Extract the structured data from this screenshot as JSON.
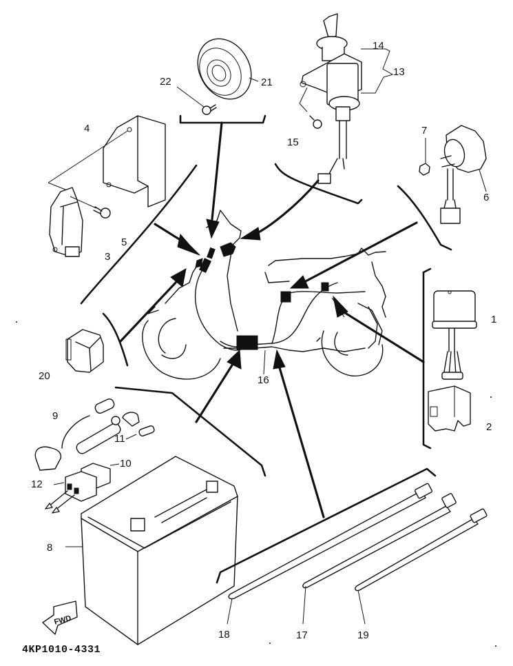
{
  "diagram": {
    "title": "Electrical 2 — exploded parts diagram",
    "drawing_code": "4KP1010-4331",
    "direction_badge": "FWD",
    "callouts": [
      {
        "id": "1",
        "part": "relay unit"
      },
      {
        "id": "2",
        "part": "relay cover"
      },
      {
        "id": "3",
        "part": "rectifier regulator"
      },
      {
        "id": "4",
        "part": "bracket"
      },
      {
        "id": "5",
        "part": "bolt"
      },
      {
        "id": "6",
        "part": "horn"
      },
      {
        "id": "7",
        "part": "nut"
      },
      {
        "id": "8",
        "part": "battery"
      },
      {
        "id": "9",
        "part": "battery lead"
      },
      {
        "id": "10",
        "part": "fuse box"
      },
      {
        "id": "11",
        "part": "fuse"
      },
      {
        "id": "12",
        "part": "fuse holder"
      },
      {
        "id": "13",
        "part": "main switch assy"
      },
      {
        "id": "14",
        "part": "key"
      },
      {
        "id": "15",
        "part": "screw"
      },
      {
        "id": "16",
        "part": "wire harness"
      },
      {
        "id": "17",
        "part": "cable tie"
      },
      {
        "id": "18",
        "part": "cable tie"
      },
      {
        "id": "19",
        "part": "cable tie"
      },
      {
        "id": "20",
        "part": "flasher relay"
      },
      {
        "id": "21",
        "part": "buzzer"
      },
      {
        "id": "22",
        "part": "screw"
      }
    ]
  }
}
